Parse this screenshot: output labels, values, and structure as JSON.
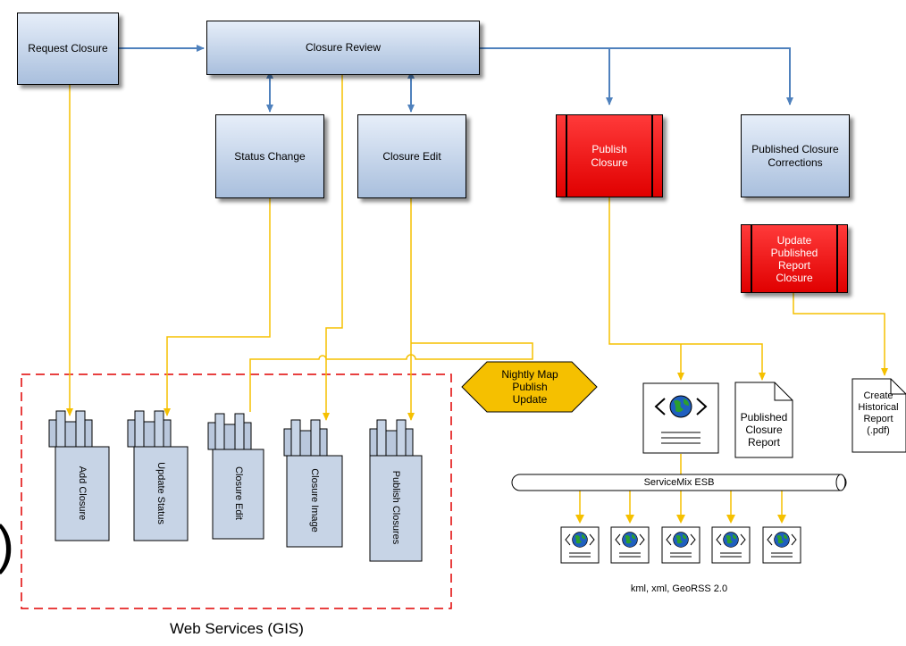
{
  "process": {
    "request_closure": "Request Closure",
    "closure_review": "Closure Review",
    "status_change": "Status Change",
    "closure_edit": "Closure Edit",
    "publish_closure": "Publish\nClosure",
    "published_corrections": "Published Closure\nCorrections",
    "update_published": "Update\nPublished\nReport\nClosure"
  },
  "nightly": "Nightly Map\nPublish\nUpdate",
  "web_services": {
    "label": "Web Services (GIS)",
    "items": [
      "Add Closure",
      "Update Status",
      "Closure Edit",
      "Closure Image",
      "Publish Closures"
    ]
  },
  "documents": {
    "published_report": "Published\nClosure\nReport",
    "historical_report": "Create\nHistorical\nReport\n(.pdf)"
  },
  "esb": {
    "label": "ServiceMix ESB",
    "formats": "kml, xml, GeoRSS 2.0"
  },
  "colors": {
    "flow_blue": "#4f81bd",
    "flow_yellow": "#f5c000",
    "publish_red": "#e00000",
    "boundary": "#e00000"
  }
}
